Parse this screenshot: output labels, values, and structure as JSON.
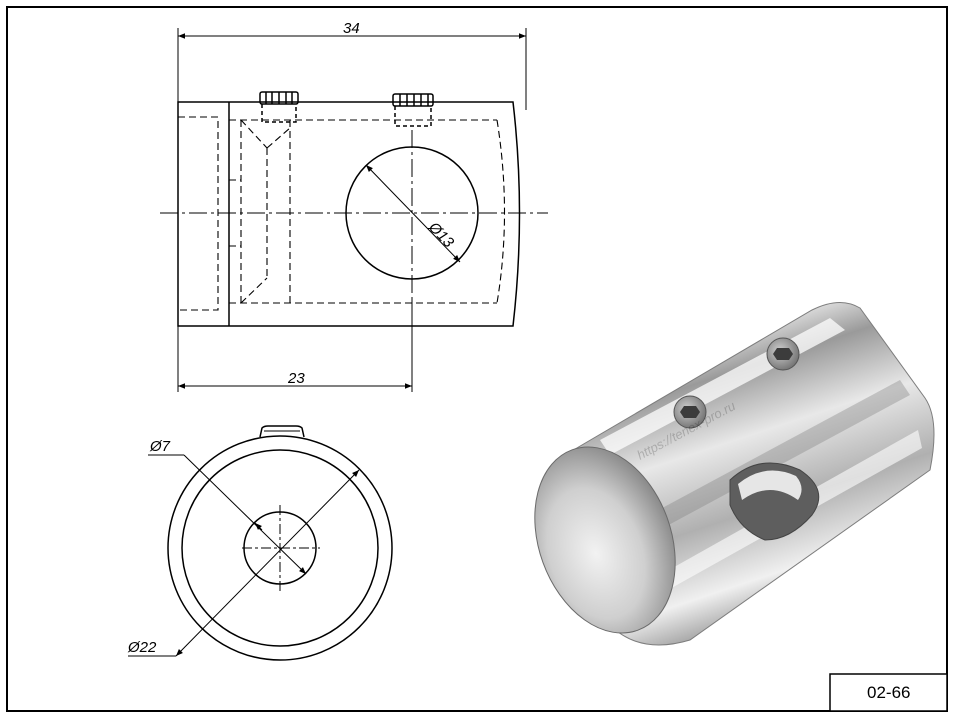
{
  "drawing": {
    "code": "02-66",
    "dimensions": {
      "overall_length": "34",
      "hole_position": "23",
      "cross_hole_diameter": "Ø13",
      "bore_diameter": "Ø7",
      "outer_diameter": "Ø22"
    },
    "views": [
      "front-view",
      "end-view",
      "isometric-render"
    ],
    "watermark": "https://tenex-pro.ru"
  },
  "colors": {
    "line": "#000000",
    "paper": "#ffffff",
    "metal_dark": "#8a8a8a",
    "metal_light": "#f4f4f4"
  }
}
